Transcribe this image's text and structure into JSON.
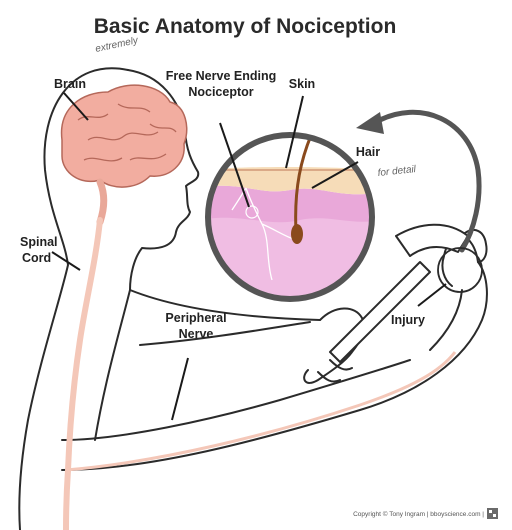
{
  "title": "Basic Anatomy of Nociception",
  "labels": {
    "brain": "Brain",
    "free_nerve_ending_1": "Free Nerve Ending",
    "free_nerve_ending_2": "Nociceptor",
    "skin": "Skin",
    "hair": "Hair",
    "spinal_1": "Spinal",
    "spinal_2": "Cord",
    "peripheral_1": "Peripheral",
    "peripheral_2": "Nerve",
    "injury": "Injury"
  },
  "notes": {
    "top": "extremely",
    "detail": "for detail"
  },
  "credit": "Copyright © Tony Ingram | bboyscience.com |",
  "icons": [
    "credit-logo-icon",
    "circular-arrow-icon"
  ],
  "colors": {
    "brain": "#f2ada0",
    "skin_epidermis": "#f6dcb8",
    "skin_dermis": "#e9a8d9",
    "nerve": "#f4c7b8",
    "outline": "#2b2b2b",
    "ring": "#555555",
    "follicle": "#8a4a1d"
  }
}
